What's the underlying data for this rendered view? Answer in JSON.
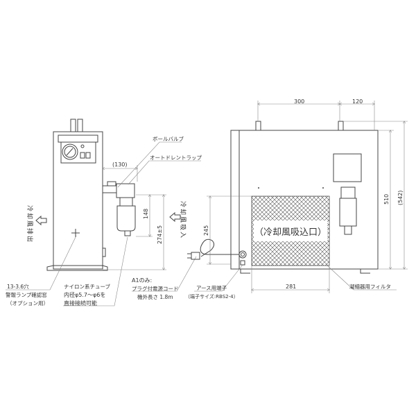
{
  "dimensions": {
    "d130": "(130)",
    "d148": "148",
    "d274": "274±5",
    "d245": "245",
    "d300": "300",
    "d120": "120",
    "d510": "510",
    "d542": "(542)",
    "d281": "281"
  },
  "labels": {
    "ball_valve": "ボールバルブ",
    "auto_drain": "オートドレントラップ",
    "exhaust": "冷却風排出",
    "intake": "冷却風吸入",
    "intake_port": "（冷却風吸込口）",
    "hole_1": "13-3.6穴",
    "hole_2": "警報ランプ確認窓",
    "hole_3": "（オプション用）",
    "tube_1": "ナイロン系チューブ",
    "tube_2": "内径φ5.7～φ6を",
    "tube_3": "直接接続可能",
    "cord_1": "A1のみ:",
    "cord_2": "プラグ付電源コード",
    "cord_3": "機外長さ 1.8m",
    "earth_1": "アース用端子",
    "earth_2": "（端子サイズ:RBS2-4）",
    "condenser_filter": "凝縮器用フィルタ"
  }
}
